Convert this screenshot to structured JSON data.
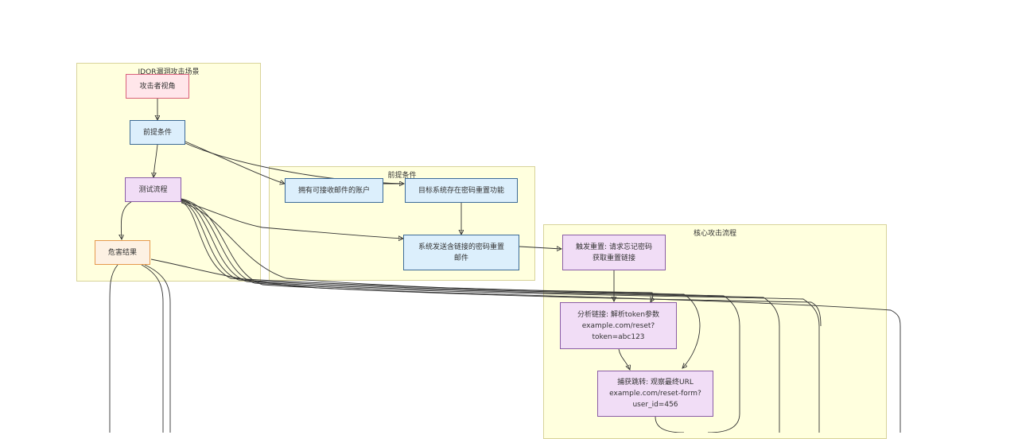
{
  "clusters": {
    "scenario": "IDOR漏洞攻击场景",
    "prereq": "前提条件",
    "core": "核心攻击流程"
  },
  "nodes": {
    "attacker": "攻击者视角",
    "prerequisites": "前提条件",
    "test_flow": "测试流程",
    "impact": "危害结果",
    "account": "拥有可接收邮件的账户",
    "reset_feature": "目标系统存在密码重置功能",
    "send_mail": "系统发送含链接的密码重置\n邮件",
    "trigger": "触发重置: 请求忘记密码\n获取重置链接",
    "analyze": "分析链接: 解析token参数\nexample.com/reset?\ntoken=abc123",
    "capture": "捕获跳转: 观察最终URL\nexample.com/reset-form?\nuser_id=456"
  },
  "colors": {
    "cluster_fill": "#ffffde",
    "pink": "#ffe6ea",
    "blue": "#dceffc",
    "purple": "#f1ddf6",
    "orange": "#fdf1e3"
  }
}
